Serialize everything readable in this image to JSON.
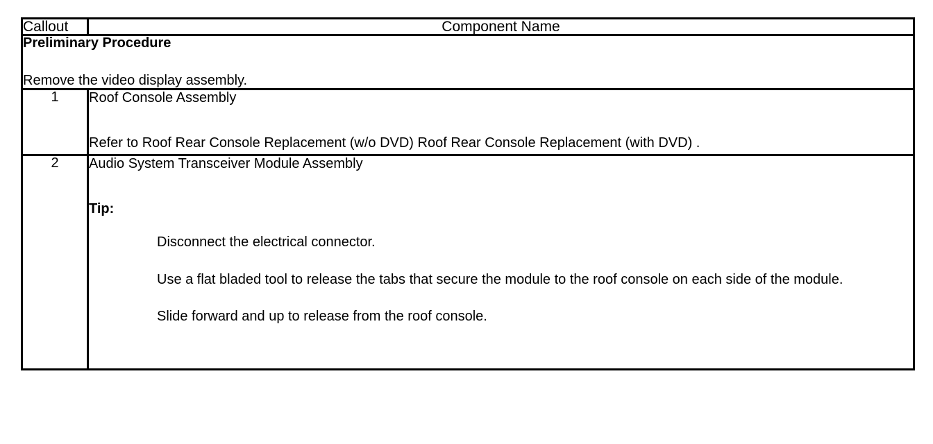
{
  "table": {
    "headers": {
      "callout": "Callout",
      "component_name": "Component Name"
    },
    "preliminary": {
      "title": "Preliminary Procedure",
      "text": "Remove the video display assembly."
    },
    "rows": [
      {
        "callout": "1",
        "title": "Roof Console Assembly",
        "reference": "Refer to Roof Rear Console Replacement (w/o DVD) Roof Rear Console Replacement (with DVD) ."
      },
      {
        "callout": "2",
        "title": "Audio System Transceiver Module Assembly",
        "tip_label": "Tip:",
        "tips": [
          "Disconnect the electrical connector.",
          "Use a flat bladed tool to release the tabs that secure the module to the roof console on each side of the module.",
          "Slide forward and up to release from the roof console."
        ]
      }
    ]
  },
  "colors": {
    "border": "#000000",
    "text": "#000000",
    "background": "#ffffff"
  }
}
